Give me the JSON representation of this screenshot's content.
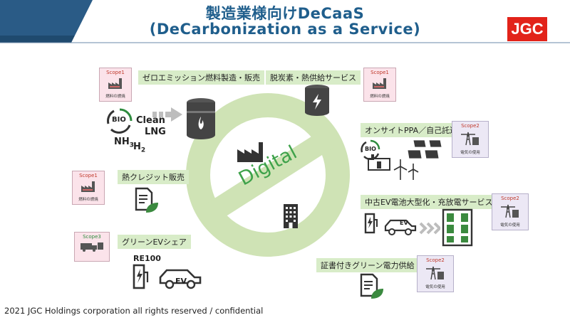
{
  "title": {
    "line1": "製造業様向けDeCaaS",
    "line2": "(DeCarbonization as a Service)"
  },
  "logo": "JGC",
  "center": {
    "label": "Digital"
  },
  "services": {
    "zero_emission": "ゼロエミッション燃料製造・販売",
    "decarbon_heat": "脱炭素・熱供給サービス",
    "onsite_ppa": "オンサイトPPA／自己託送",
    "heat_credit": "熱クレジット販売",
    "used_ev_battery": "中古EV電池大型化・充放電サービス",
    "green_ev_share": "グリーンEVシェア",
    "certified_green_power": "証書付きグリーン電力供給"
  },
  "fuels": {
    "bio": "BIO",
    "clean": "Clean",
    "lng": "LNG",
    "nh3": "NH",
    "nh3_sub": "3",
    "h2": "H",
    "h2_sub": "2"
  },
  "scope_badges": {
    "scope1": "Scope1",
    "scope2": "Scope2",
    "scope3": "Scope3",
    "fuel_burn": "燃料の燃焼",
    "electricity_use": "電気の使用"
  },
  "re100": "RE100",
  "ev": "EV",
  "footer": "2021 JGC Holdings corporation all rights reserved / confidential",
  "colors": {
    "title": "#1f5e8c",
    "banner": "#d8ecc8",
    "green_ring": "#cfe3b5",
    "digital_text": "#3ea24a",
    "logo_bg": "#e2231a",
    "icon_dark": "#333333",
    "accent_green": "#3b8a3f"
  }
}
